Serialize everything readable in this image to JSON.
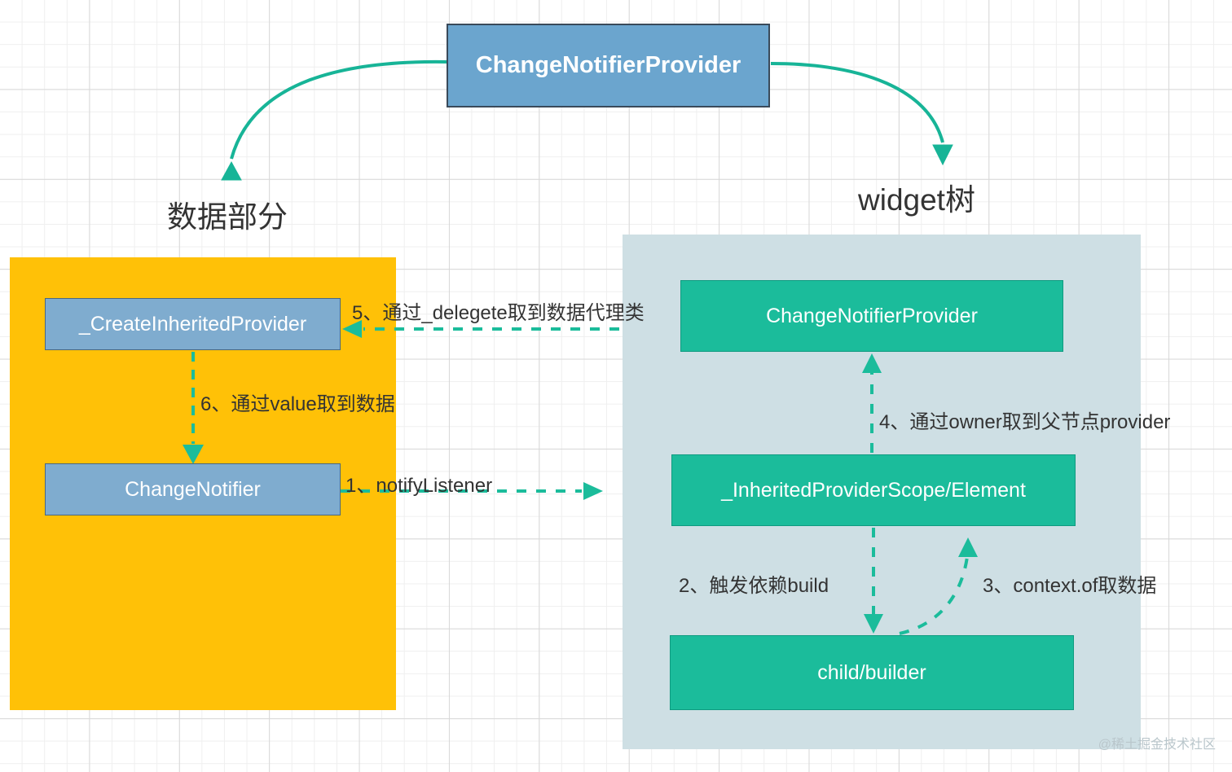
{
  "diagram": {
    "title_box": {
      "label": "ChangeNotifierProvider"
    },
    "headings": {
      "left": "数据部分",
      "right": "widget树"
    },
    "left_group": {
      "name": "数据部分",
      "color": "#FFC107",
      "nodes": [
        {
          "id": "create-inherited-provider",
          "label": "_CreateInheritedProvider",
          "color": "#7FACCF"
        },
        {
          "id": "change-notifier",
          "label": "ChangeNotifier",
          "color": "#7FACCF"
        }
      ]
    },
    "right_group": {
      "name": "widget树",
      "color": "#CEDFE4",
      "nodes": [
        {
          "id": "cnp-node",
          "label": "ChangeNotifierProvider",
          "color": "#1BBC9B"
        },
        {
          "id": "scope-node",
          "label": "_InheritedProviderScope/Element",
          "color": "#1BBC9B"
        },
        {
          "id": "child-node",
          "label": "child/builder",
          "color": "#1BBC9B"
        }
      ]
    },
    "steps": [
      {
        "num": "1",
        "label": "1、notifyListener"
      },
      {
        "num": "2",
        "label": "2、触发依赖build"
      },
      {
        "num": "3",
        "label": "3、context.of取数据"
      },
      {
        "num": "4",
        "label": "4、通过owner取到父节点provider"
      },
      {
        "num": "5",
        "label": "5、通过_delegete取到数据代理类"
      },
      {
        "num": "6",
        "label": "6、通过value取到数据"
      }
    ],
    "watermark": "@稀土掘金技术社区",
    "colors": {
      "accent_green": "#1BBC9B",
      "blue_box": "#6BA5CE",
      "blue_node": "#7FACCF",
      "yellow": "#FFC107",
      "pale_blue": "#CEDFE4"
    }
  }
}
